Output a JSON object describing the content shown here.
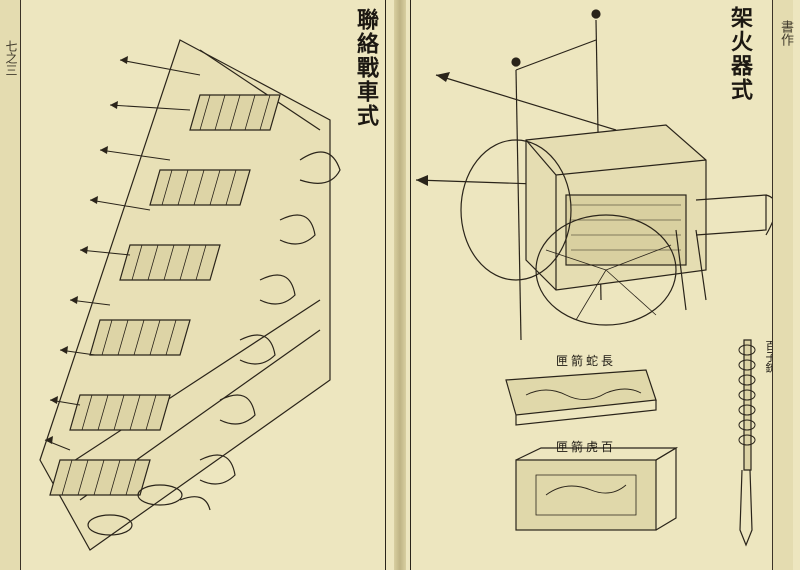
{
  "left_page": {
    "title": "聯絡戰車式"
  },
  "right_page": {
    "title": "架火器式",
    "caption_snake": "長蛇箭匣",
    "caption_tiger": "百虎箭匣",
    "caption_sword": "百子銃"
  },
  "edge_text": {
    "left_margin": "七之三",
    "right_margin": "書作"
  },
  "colors": {
    "paper": "#ede6bf",
    "ink": "#1c1812"
  }
}
